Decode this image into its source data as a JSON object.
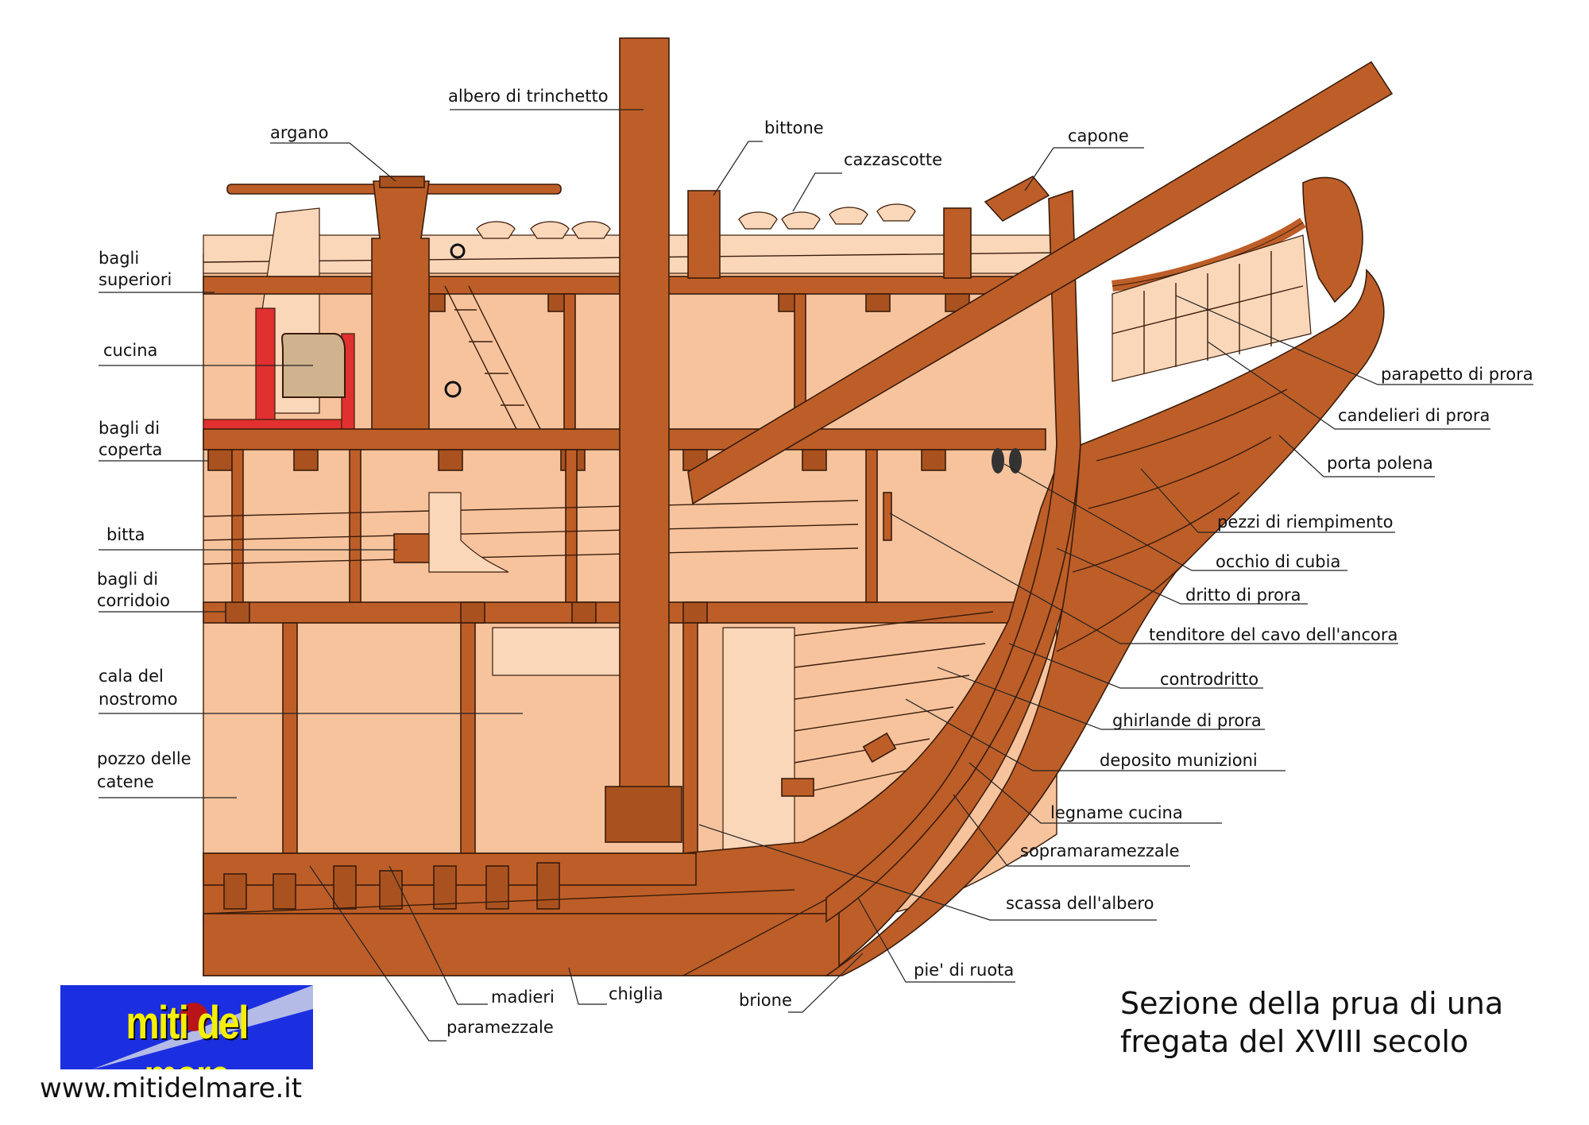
{
  "title_lines": [
    "Sezione della prua di una",
    "fregata del XVIII secolo"
  ],
  "labels": [
    {
      "id": "albero-di-trinchetto",
      "lines": [
        "albero di trinchetto"
      ]
    },
    {
      "id": "argano",
      "lines": [
        "argano"
      ]
    },
    {
      "id": "bittone",
      "lines": [
        "bittone"
      ]
    },
    {
      "id": "cazzascotte",
      "lines": [
        "cazzascotte"
      ]
    },
    {
      "id": "capone",
      "lines": [
        "capone"
      ]
    },
    {
      "id": "bagli-superiori",
      "lines": [
        "bagli",
        "superiori"
      ]
    },
    {
      "id": "cucina",
      "lines": [
        "cucina"
      ]
    },
    {
      "id": "bagli-di-coperta",
      "lines": [
        "bagli di",
        "coperta"
      ]
    },
    {
      "id": "bitta",
      "lines": [
        "bitta"
      ]
    },
    {
      "id": "bagli-di-corridoio",
      "lines": [
        "bagli di",
        "corridoio"
      ]
    },
    {
      "id": "cala-del-nostromo",
      "lines": [
        "cala del",
        "nostromo"
      ]
    },
    {
      "id": "pozzo-delle-catene",
      "lines": [
        "pozzo delle",
        "catene"
      ]
    },
    {
      "id": "parapetto-di-prora",
      "lines": [
        "parapetto di prora"
      ]
    },
    {
      "id": "candelieri-di-prora",
      "lines": [
        "candelieri di prora"
      ]
    },
    {
      "id": "porta-polena",
      "lines": [
        "porta polena"
      ]
    },
    {
      "id": "pezzi-di-riempimento",
      "lines": [
        "pezzi di riempimento"
      ]
    },
    {
      "id": "occhio-di-cubia",
      "lines": [
        "occhio di cubia"
      ]
    },
    {
      "id": "dritto-di-prora",
      "lines": [
        "dritto di prora"
      ]
    },
    {
      "id": "tenditore",
      "lines": [
        "tenditore del cavo dell'ancora"
      ]
    },
    {
      "id": "controdritto",
      "lines": [
        "controdritto"
      ]
    },
    {
      "id": "ghirlande-di-prora",
      "lines": [
        "ghirlande di prora"
      ]
    },
    {
      "id": "deposito-munizioni",
      "lines": [
        "deposito munizioni"
      ]
    },
    {
      "id": "legname-cucina",
      "lines": [
        "legname cucina"
      ]
    },
    {
      "id": "sopramaramezzale",
      "lines": [
        "sopramaramezzale"
      ]
    },
    {
      "id": "scassa-dell-albero",
      "lines": [
        "scassa dell'albero"
      ]
    },
    {
      "id": "pie-di-ruota",
      "lines": [
        "pie' di ruota"
      ]
    },
    {
      "id": "madieri",
      "lines": [
        "madieri"
      ]
    },
    {
      "id": "chiglia",
      "lines": [
        "chiglia"
      ]
    },
    {
      "id": "brione",
      "lines": [
        "brione"
      ]
    },
    {
      "id": "paramezzale",
      "lines": [
        "paramezzale"
      ]
    }
  ],
  "logo": {
    "text": "miti del mare",
    "bg_color": "#1c2fe0",
    "text_color": "#f5f000"
  },
  "website": "www.mitidelmare.it",
  "colors": {
    "wood": "#bd5e28",
    "interior": "#f6c39d",
    "brick": "#e03030"
  }
}
